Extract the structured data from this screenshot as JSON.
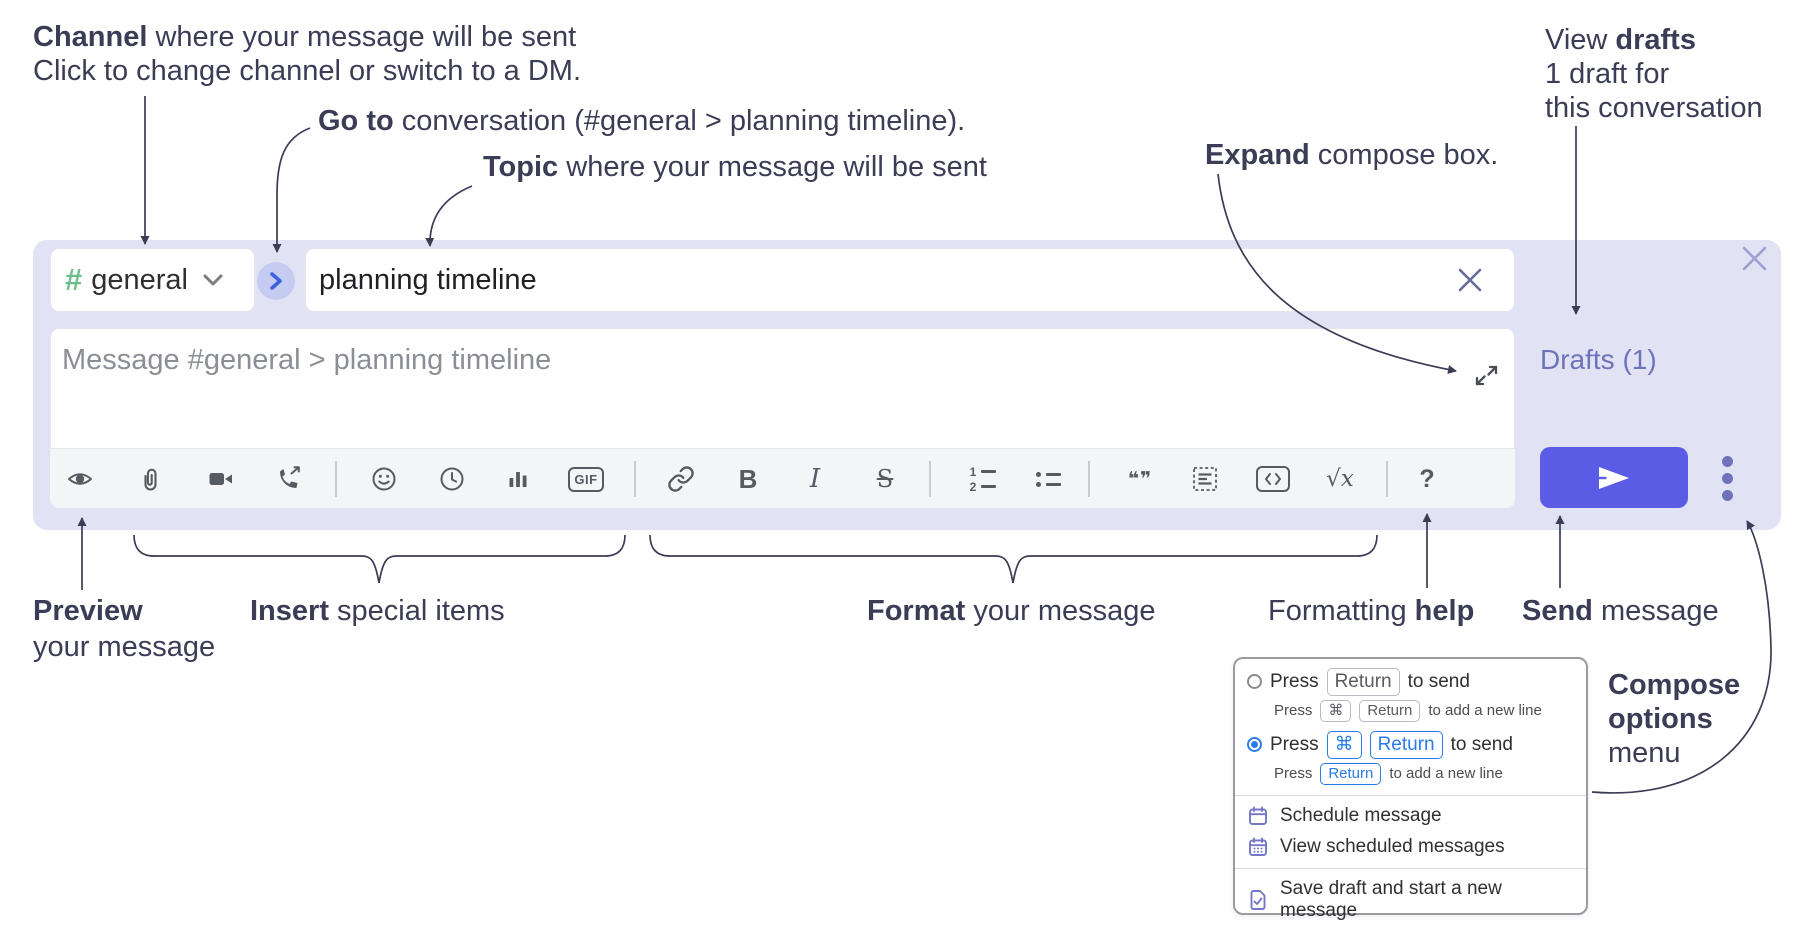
{
  "header": {
    "channel_bold": "Channel",
    "channel_rest": " where your message will be sent",
    "channel_sub": "Click to change channel or switch to a DM.",
    "goto_bold": "Go to",
    "goto_rest": " conversation (#general > planning timeline).",
    "topic_bold": "Topic",
    "topic_rest": " where your message will be sent",
    "expand_bold": "Expand",
    "expand_rest": " compose box.",
    "viewdrafts_pre": "View ",
    "viewdrafts_bold": "drafts",
    "viewdrafts_line2": "1 draft for",
    "viewdrafts_line3": "this conversation"
  },
  "composer": {
    "channel_hash": "#",
    "channel_name": "general",
    "topic_value": "planning timeline",
    "message_placeholder": "Message #general > planning timeline",
    "drafts_link": "Drafts (1)"
  },
  "toolbar": {
    "bold": "B",
    "italic": "I",
    "strike": "S",
    "gif": "GIF",
    "ol_1": "1",
    "ol_2": "2",
    "quote": "❝❞",
    "formula": "√x",
    "help": "?"
  },
  "footer": {
    "preview_bold": "Preview",
    "preview_line2": "your message",
    "insert_bold": "Insert",
    "insert_rest": " special items",
    "format_bold": "Format",
    "format_rest": " your message",
    "help_pre": "Formatting ",
    "help_bold": "help",
    "send_bold": "Send",
    "send_rest": " message",
    "compose_line1": "Compose",
    "compose_line2": "options",
    "compose_line3": "menu"
  },
  "options_menu": {
    "r1_press": "Press",
    "r1_key": "Return",
    "r1_send": "to send",
    "r1_sub_press": "Press",
    "r1_sub_key1": "⌘",
    "r1_sub_key2": "Return",
    "r1_sub_rest": "to add a new line",
    "r2_press": "Press",
    "r2_key1": "⌘",
    "r2_key2": "Return",
    "r2_send": "to send",
    "r2_sub_press": "Press",
    "r2_sub_key": "Return",
    "r2_sub_rest": "to add a new line",
    "items": [
      "Schedule message",
      "View scheduled messages",
      "Save draft and start a new message"
    ]
  },
  "colors": {
    "accent_blue": "#5a5ce5",
    "link_purple": "#6d72ba",
    "key_blue": "#2b7ce9",
    "hash_green": "#69bf8c",
    "panel_lavender": "#e1e3f4",
    "icon_purple": "#7477c8"
  }
}
